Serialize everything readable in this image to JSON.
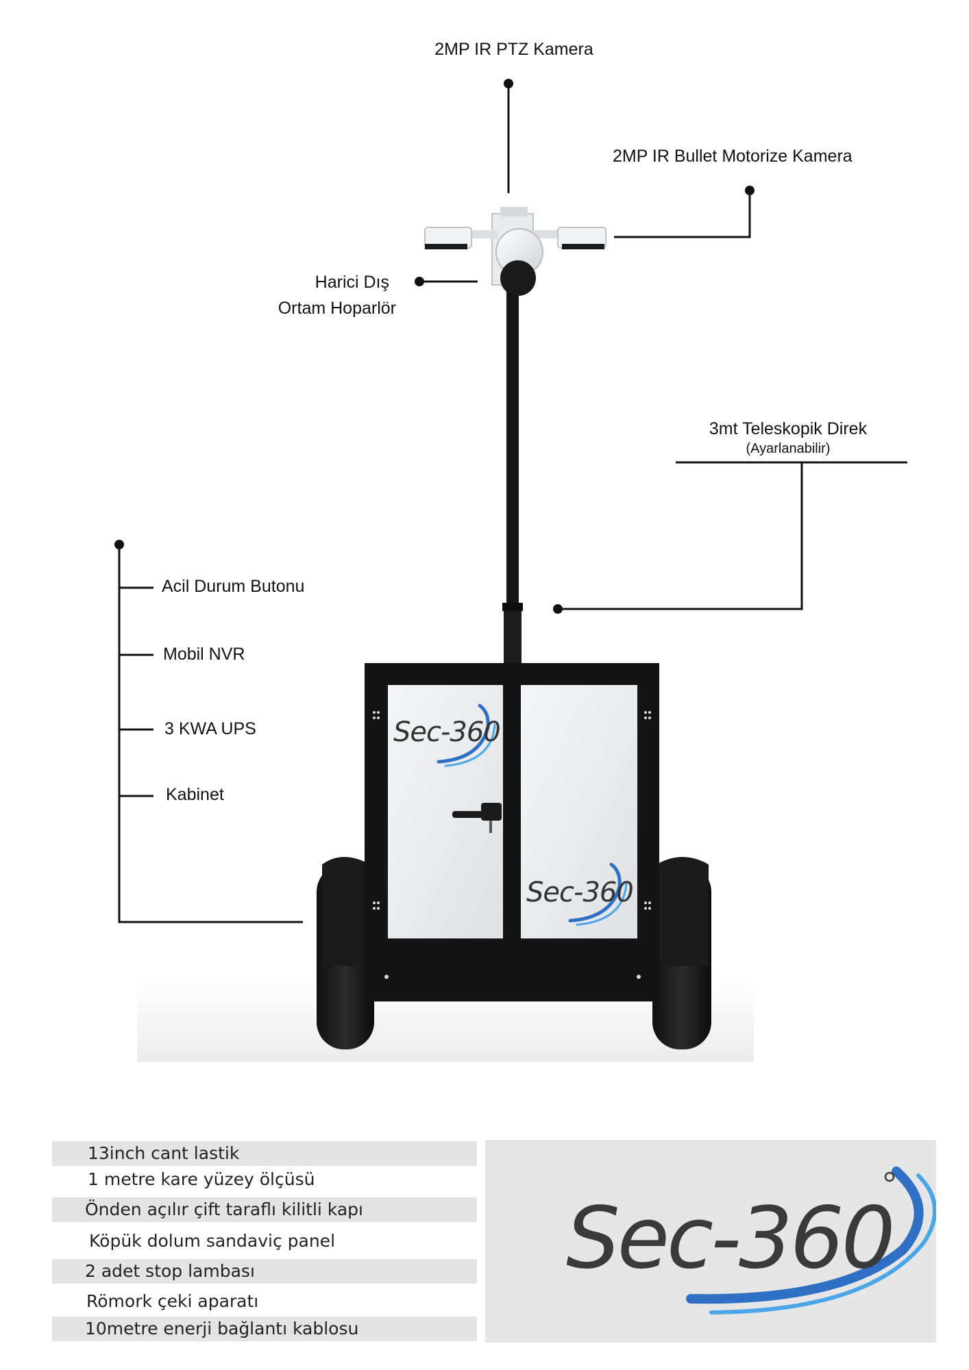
{
  "callouts": {
    "ptz_camera": "2MP IR PTZ Kamera",
    "bullet_camera": "2MP IR Bullet Motorize Kamera",
    "speaker_line1": "Harici Dış",
    "speaker_line2": "Ortam Hoparlör",
    "mast_title": "3mt Teleskopik Direk",
    "mast_sub": "(Ayarlanabilir)",
    "cabinet_items": [
      "Acil Durum Butonu",
      "Mobil NVR",
      "3 KWA UPS",
      "Kabinet"
    ]
  },
  "product": {
    "door_logo": "Sec-360",
    "door_logo_lower": "Sec-360"
  },
  "specs": [
    "13inch cant lastik",
    "1 metre kare yüzey ölçüsü",
    "Önden açılır çift taraflı kilitli kapı",
    "Köpük dolum sandaviç panel",
    "2 adet stop lambası",
    "Römork çeki aparatı",
    "10metre enerji bağlantı kablosu"
  ],
  "brand": {
    "logo_text": "Sec-360",
    "colors": {
      "dark": "#3a3a3a",
      "blue": "#2f6fc4",
      "light_blue": "#4aa6e6"
    }
  }
}
